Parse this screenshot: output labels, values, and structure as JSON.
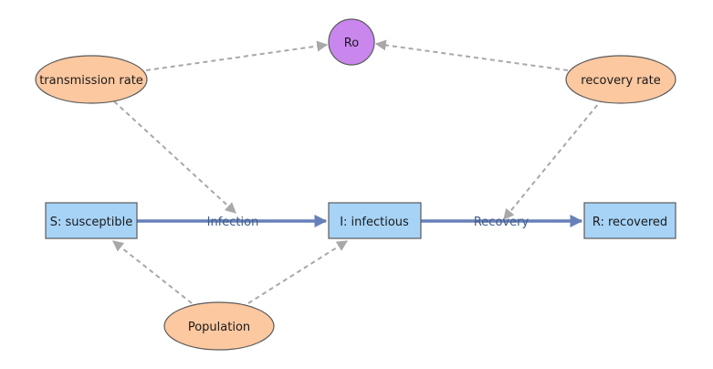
{
  "colors": {
    "stock_fill": "#a7d3f6",
    "stock_stroke": "#5b5b5b",
    "variable_fill": "#fcc8a0",
    "variable_stroke": "#5b5b5b",
    "ro_fill": "#c987ee",
    "ro_stroke": "#5b5b5b",
    "flow": "#6781b8",
    "link": "#a8a8a8"
  },
  "nodes": {
    "ro": "Ro",
    "transmission_rate": "transmission rate",
    "recovery_rate": "recovery rate",
    "susceptible": "S: susceptible",
    "infectious": "I: infectious",
    "recovered": "R: recovered",
    "population": "Population"
  },
  "flows": {
    "infection": "Infection",
    "recovery": "Recovery"
  }
}
